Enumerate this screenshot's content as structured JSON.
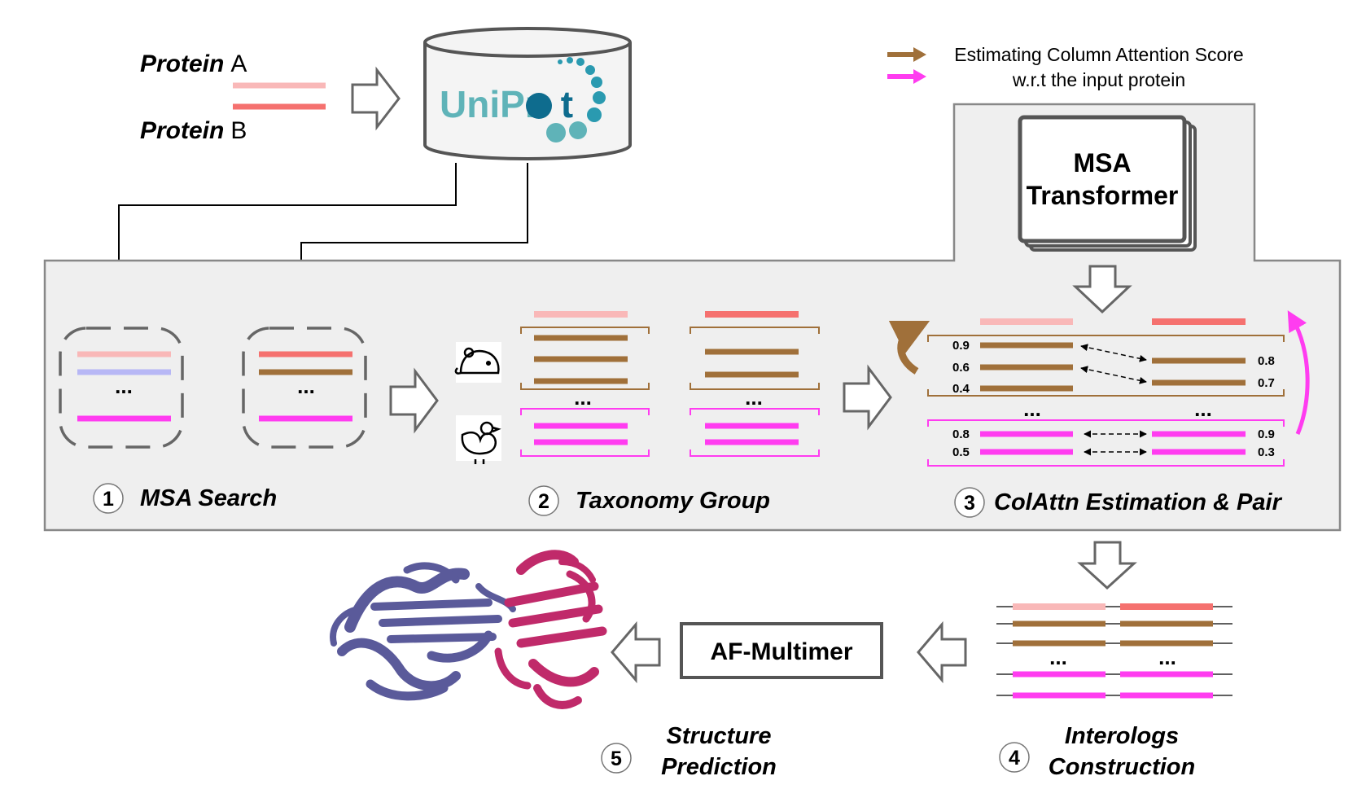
{
  "colors": {
    "protein_a": "#f9b8b8",
    "protein_b": "#f5716f",
    "homolog_brown": "#a0703a",
    "magenta": "#ff3cf0",
    "lavender": "#b7b7f5",
    "panel_fill": "#efefef",
    "panel_stroke": "#888888",
    "uniprot_teal": "#5fb3b8",
    "uniprot_blue": "#0e6c8e",
    "chain_purple": "#5a5a9a",
    "chain_crimson": "#c02a6a"
  },
  "inputs": {
    "protein_a_word": "Protein",
    "protein_a_letter": "A",
    "protein_b_word": "Protein",
    "protein_b_letter": "B"
  },
  "database": {
    "logo_text_uni": "UniPr",
    "logo_text_ot": "t"
  },
  "legend": {
    "line1": "Estimating Column Attention Score",
    "line2": "w.r.t the input protein",
    "brown_arrow_icon": "arrow-right-icon",
    "magenta_arrow_icon": "arrow-right-icon"
  },
  "msa_transformer": {
    "line1": "MSA",
    "line2": "Transformer"
  },
  "steps": [
    {
      "number": "1",
      "label": "MSA Search"
    },
    {
      "number": "2",
      "label": "Taxonomy Group"
    },
    {
      "number": "3",
      "label": "ColAttn Estimation & Pair"
    },
    {
      "number": "4",
      "label_line1": "Interologs",
      "label_line2": "Construction"
    },
    {
      "number": "5",
      "label_line1": "Structure",
      "label_line2": "Prediction"
    }
  ],
  "taxonomy_icons": [
    "mouse-icon",
    "duck-icon"
  ],
  "ellipsis": "...",
  "scores": {
    "left_brown": [
      "0.9",
      "0.6",
      "0.4"
    ],
    "right_brown": [
      "0.8",
      "0.7"
    ],
    "left_magenta": [
      "0.8",
      "0.5"
    ],
    "right_magenta": [
      "0.9",
      "0.3"
    ]
  },
  "af_multimer": {
    "label": "AF-Multimer"
  }
}
